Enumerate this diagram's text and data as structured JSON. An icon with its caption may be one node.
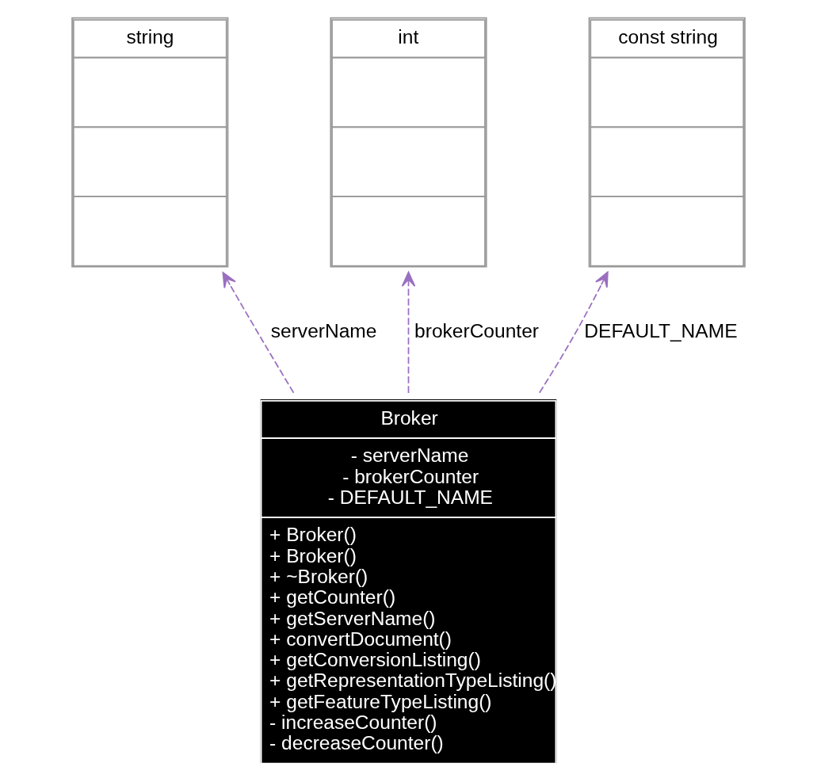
{
  "diagram": {
    "nodes": [
      {
        "text": [
          "string"
        ]
      },
      {
        "text": [
          "int"
        ]
      },
      {
        "text": [
          "const string"
        ]
      },
      {
        "text": [
          "Broker",
          "- serverName",
          "- brokerCounter",
          "- DEFAULT_NAME",
          "+ Broker()",
          "+ Broker()",
          "+ ~Broker()",
          "+ getCounter()",
          "+ getServerName()",
          "+ convertDocument()",
          "+ getConversionListing()",
          "+ getRepresentationTypeListing()",
          "+ getFeatureTypeListing()",
          "- increaseCounter()",
          "- decreaseCounter()"
        ]
      }
    ],
    "edges": [
      {
        "from": 3,
        "to": 0,
        "arrow": "to",
        "label": "serverName",
        "style": "dashed"
      },
      {
        "from": 3,
        "to": 1,
        "arrow": "to",
        "label": "brokerCounter",
        "style": "dashed"
      },
      {
        "from": 3,
        "to": 2,
        "arrow": "to",
        "label": "DEFAULT_NAME",
        "style": "dashed"
      }
    ]
  }
}
